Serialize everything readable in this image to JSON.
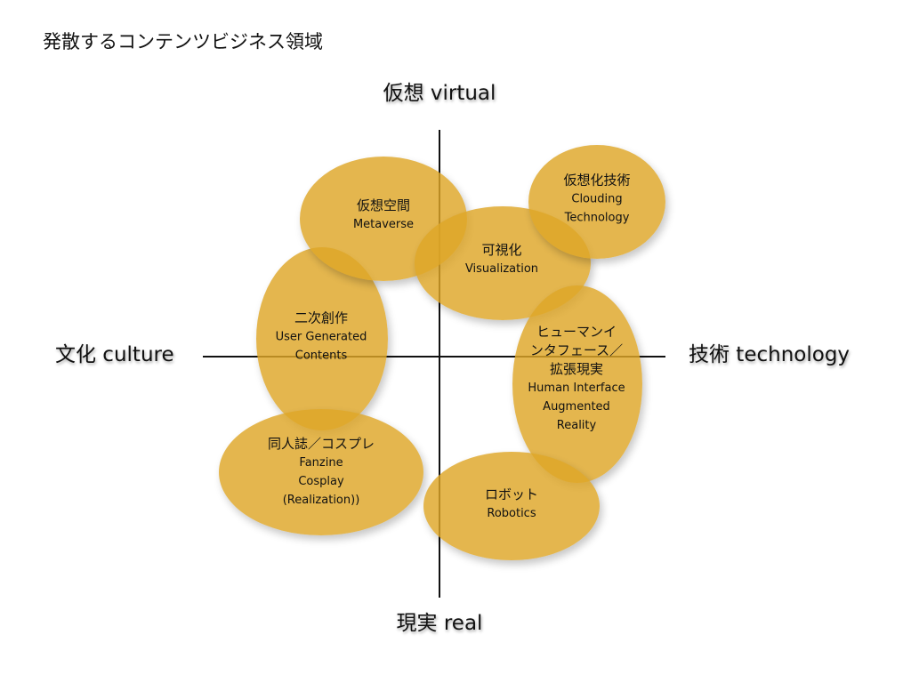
{
  "title": "発散するコンテンツビジネス領域",
  "axes": {
    "top": "仮想 virtual",
    "bottom": "現実 real",
    "left": "文化 culture",
    "right": "技術 technology"
  },
  "bubbles": {
    "metaverse": {
      "ja": [
        "仮想空間"
      ],
      "en": [
        "Metaverse"
      ]
    },
    "visualization": {
      "ja": [
        "可視化"
      ],
      "en": [
        "Visualization"
      ]
    },
    "clouding": {
      "ja": [
        "仮想化技術"
      ],
      "en": [
        "Clouding",
        "Technology"
      ]
    },
    "ugc": {
      "ja": [
        "二次創作"
      ],
      "en": [
        "User Generated",
        "Contents"
      ]
    },
    "hci": {
      "ja": [
        "ヒューマンイ",
        "ンタフェース／",
        "拡張現実"
      ],
      "en": [
        "Human Interface",
        "Augmented",
        "Reality"
      ]
    },
    "fanzine": {
      "ja": [
        "同人誌／コスプレ"
      ],
      "en": [
        "Fanzine",
        "Cosplay",
        "(Realization))"
      ]
    },
    "robotics": {
      "ja": [
        "ロボット"
      ],
      "en": [
        "Robotics"
      ]
    }
  },
  "colors": {
    "bubble_fill": "#dea627",
    "axis_line": "#111111"
  }
}
